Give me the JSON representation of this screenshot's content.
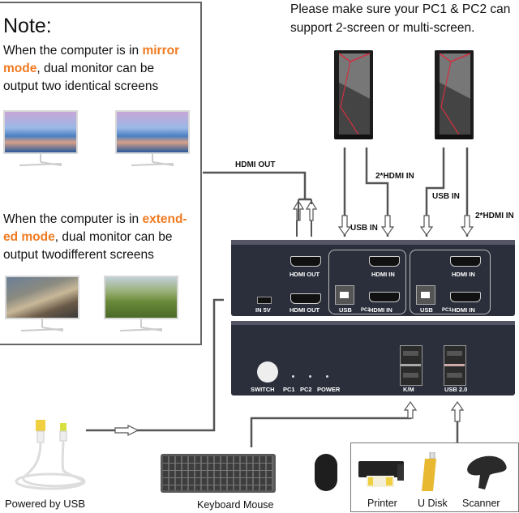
{
  "note": {
    "title": "Note:",
    "mirror": {
      "pre": "When the computer is in ",
      "highlight1": "mirror",
      "highlight2": "mode",
      "post1": ", dual monitor can be",
      "post2": "output two identical screens"
    },
    "extend": {
      "pre": "When the computer is in ",
      "highlight1": "extend-",
      "highlight2": "ed mode",
      "post1": ", dual monitor can be",
      "post2": "output twodifferent screens"
    }
  },
  "top_note": {
    "line1": "Please make sure your PC1 & PC2 can",
    "line2": "support 2-screen or multi-screen."
  },
  "connection_labels": {
    "hdmi_out": "HDMI OUT",
    "hdmi_in_pc2": "2*HDMI IN",
    "usb_in_pc2": "USB IN",
    "usb_in_pc1": "USB IN",
    "hdmi_in_pc1": "2*HDMI IN"
  },
  "kvm_rear": {
    "ports": {
      "power": "IN 5V",
      "hdmi_out_1": "HDMI OUT",
      "hdmi_out_2": "HDMI OUT",
      "pc2_usb": "USB",
      "pc2_hdmi_in_1": "HDMI IN",
      "pc2_hdmi_in_2": "HDMI IN",
      "pc1_usb": "USB",
      "pc1_hdmi_in_1": "HDMI IN",
      "pc1_hdmi_in_2": "HDMI IN"
    },
    "groups": {
      "pc2": "PC2",
      "pc1": "PC1"
    }
  },
  "kvm_front": {
    "switch": "SWITCH",
    "leds": [
      "PC1",
      "PC2",
      "POWER"
    ],
    "km": "K/M",
    "usb2": "USB 2.0"
  },
  "peripherals": {
    "usb_power": "Powered by USB",
    "keyboard_mouse": "Keyboard Mouse",
    "printer": "Printer",
    "udisk": "U Disk",
    "scanner": "Scanner"
  },
  "colors": {
    "highlight": "#f07a20",
    "kvm_body": "#2a2f3b",
    "wire": "#555555"
  }
}
